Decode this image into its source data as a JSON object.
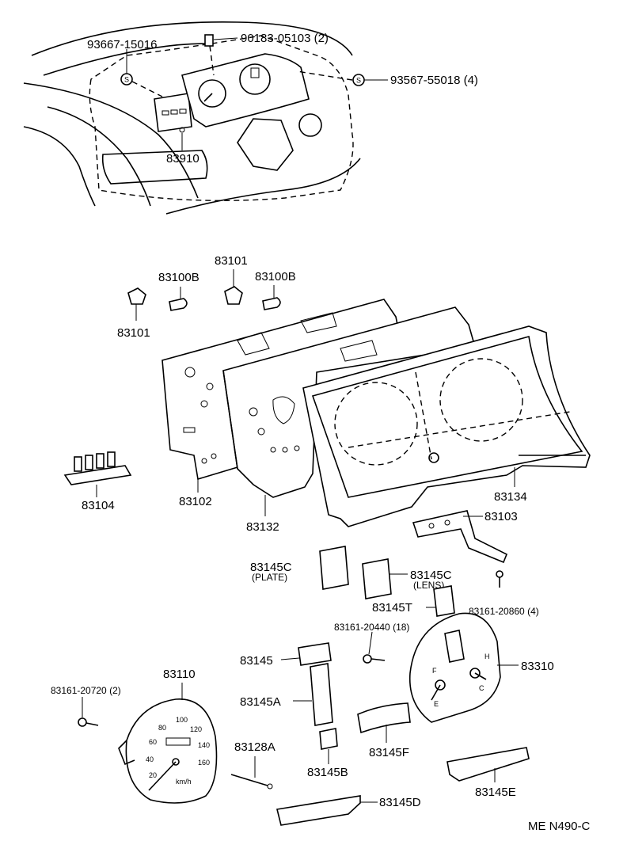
{
  "labels": {
    "p93667_15016": "93667-15016",
    "p90183_05103": "90183-05103 (2)",
    "p93567_55018": "93567-55018 (4)",
    "p83910": "83910",
    "p83101_top": "83101",
    "p83100B_left": "83100B",
    "p83100B_right": "83100B",
    "p83101_left": "83101",
    "p83104": "83104",
    "p83102": "83102",
    "p83132": "83132",
    "p83134": "83134",
    "p83103": "83103",
    "p83145C_plate": "83145C",
    "plate_note": "(PLATE)",
    "p83145C_lens": "83145C",
    "lens_note": "(LENS)",
    "p83145T": "83145T",
    "p83161_20860": "83161-20860 (4)",
    "p83161_20440": "83161-20440 (18)",
    "p83145": "83145",
    "p83310": "83310",
    "p83110": "83110",
    "p83161_20720": "83161-20720 (2)",
    "p83145A": "83145A",
    "p83128A": "83128A",
    "p83145F": "83145F",
    "p83145B": "83145B",
    "p83145E": "83145E",
    "p83145D": "83145D",
    "code": "ME N490-C"
  },
  "gauge_text": {
    "speedo": [
      "20",
      "40",
      "60",
      "80",
      "100",
      "120",
      "140",
      "160",
      "km/h"
    ],
    "combo": [
      "F",
      "E",
      "H",
      "C"
    ]
  },
  "symbols": {
    "screw_mark": "S"
  }
}
